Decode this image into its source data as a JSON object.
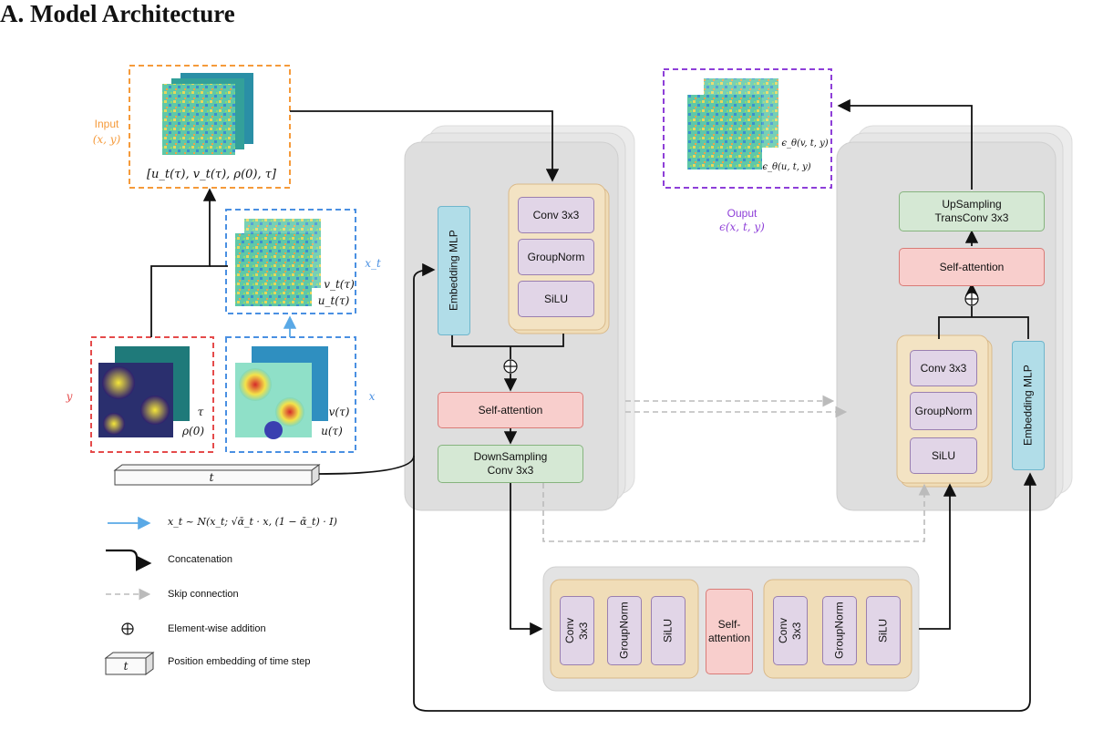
{
  "heading": "A. Model Architecture",
  "input": {
    "label": "Input",
    "vars": "(x, y)",
    "stack_caption": "[u_t(τ), v_t(τ), ρ(0), τ]"
  },
  "xt": {
    "label": "x_t",
    "v": "v_t(τ)",
    "u": "u_t(τ)"
  },
  "y_block": {
    "label": "y",
    "tau": "τ",
    "rho": "ρ(0)"
  },
  "x_block": {
    "label": "x",
    "v": "v(τ)",
    "u": "u(τ)"
  },
  "time_bar": {
    "label": "t"
  },
  "output": {
    "label": "Ouput",
    "eps": "ϵ(x, t, y)",
    "eps_v": "ϵ_θ(v, t, y)",
    "eps_u": "ϵ_θ(u, t, y)"
  },
  "encoder": {
    "embedding": "Embedding MLP",
    "conv": "Conv 3x3",
    "norm": "GroupNorm",
    "silu": "SiLU",
    "attention": "Self-attention",
    "down": "DownSampling\nConv 3x3"
  },
  "decoder": {
    "up": "UpSampling\nTransConv 3x3",
    "attention": "Self-attention",
    "conv": "Conv 3x3",
    "norm": "GroupNorm",
    "silu": "SiLU",
    "embedding": "Embedding MLP"
  },
  "bottleneck": {
    "conv1": "Conv\n3x3",
    "norm1": "GroupNorm",
    "silu1": "SiLU",
    "attention": "Self-\nattention",
    "conv2": "Conv\n3x3",
    "norm2": "GroupNorm",
    "silu2": "SiLU"
  },
  "legend": {
    "formula": "x_t ~ N(x_t; √ᾱ_t · x, (1 − ᾱ_t) · I)",
    "concat": "Concatenation",
    "skip": "Skip connection",
    "add": "Element-wise addition",
    "pos": "Position embedding of time step",
    "pos_t": "t"
  },
  "colors": {
    "input_border": "#f59a3a",
    "xt_border": "#4a90e2",
    "y_border": "#e54b4b",
    "output_border": "#8e3fd8",
    "attention": "#f8cecc",
    "down": "#d5e8d4",
    "conv_stack": "#f0ddb8",
    "purple_block": "#e1d5e7",
    "embedding": "#b1dde8"
  }
}
